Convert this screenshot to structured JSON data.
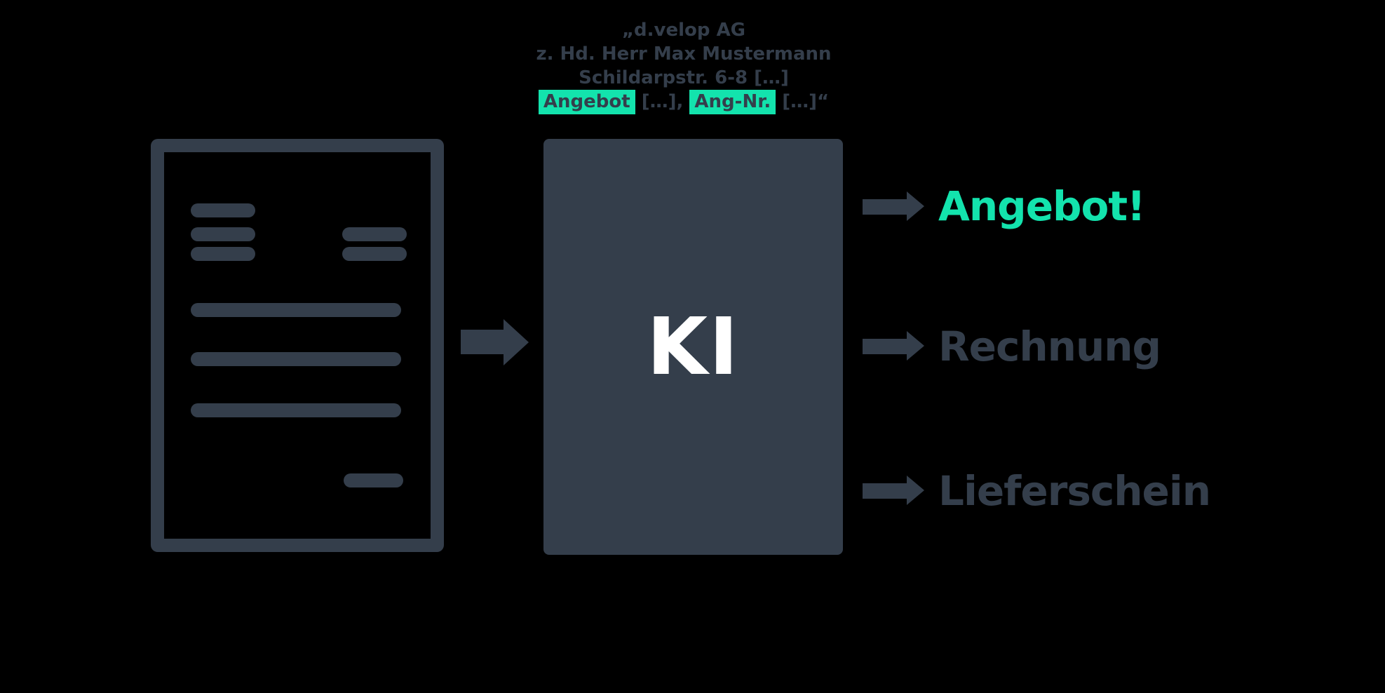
{
  "colors": {
    "background": "#000000",
    "slate": "#343E4B",
    "teal": "#13E3AD",
    "ki_text": "#FFFFFF"
  },
  "note": {
    "line1": "„d.velop AG",
    "line2": "z. Hd. Herr Max Mustermann",
    "line3": "Schildarpstr. 6-8 […]",
    "line4_hl1": "Angebot",
    "line4_mid": " […], ",
    "line4_hl2": "Ang-Nr.",
    "line4_end": " […]“"
  },
  "ki": {
    "label": "KI"
  },
  "outputs": [
    {
      "label": "Angebot!",
      "emphasized": true
    },
    {
      "label": "Rechnung",
      "emphasized": false
    },
    {
      "label": "Lieferschein",
      "emphasized": false
    }
  ]
}
